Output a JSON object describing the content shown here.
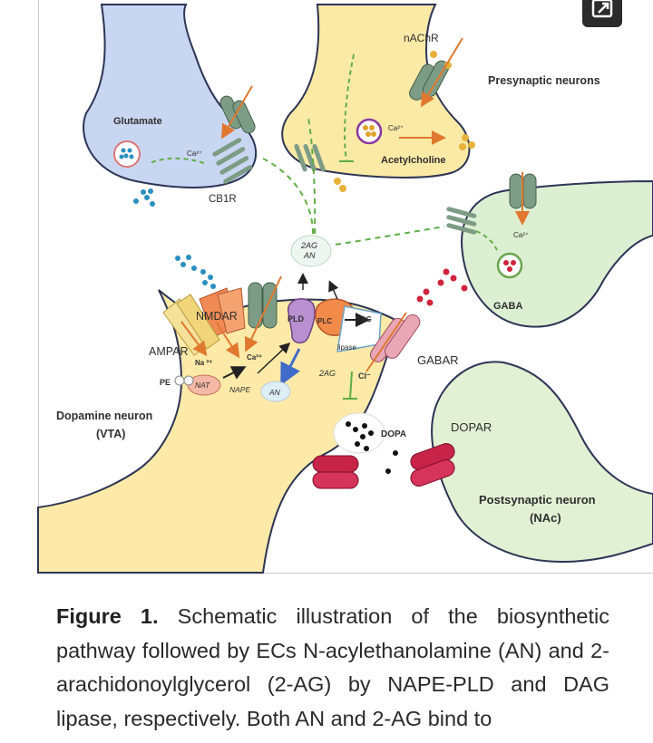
{
  "labels": {
    "glutamate": "Glutamate",
    "cb1r": "CB1R",
    "nachr": "nAChR",
    "presynaptic": "Presynaptic neurons",
    "acetylcholine": "Acetylcholine",
    "ca_glut": "Ca²⁺",
    "ca_ach": "Ca²⁺",
    "ca_gaba": "Ca²⁺",
    "ca_da": "Ca²⁺",
    "na_da": "Na ²⁺",
    "ag_top": "2AG",
    "an_top": "AN",
    "gaba": "GABA",
    "gabar": "GABAR",
    "nmdar": "NMDAR",
    "ampar": "AMPAR",
    "pld": "PLD",
    "plc": "PLC",
    "dag": "DAG",
    "lipase": "lipase",
    "ag_mid": "2AG",
    "cl": "Cl⁻",
    "pe": "PE",
    "nat": "NAT",
    "nape": "NAPE",
    "an_mid": "AN",
    "dopamine_line1": "Dopamine neuron",
    "dopamine_line2": "(VTA)",
    "dopa": "DOPA",
    "dopar": "DOPAR",
    "post_line1": "Postsynaptic neuron",
    "post_line2": "(NAc)"
  },
  "caption": {
    "label": "Figure 1.",
    "text": " Schematic illustration of the biosynthetic pathway followed by ECs N-acylethanolamine (AN) and 2-arachidonoylglycerol (2-AG) by NAPE-PLD and DAG lipase, respectively. Both AN and 2-AG bind to"
  },
  "colors": {
    "glutamate_neuron": "#c9d6f2",
    "ach_neuron": "#fbeaa6",
    "gaba_neuron": "#ddefd2",
    "dopamine_neuron": "#fdeaa8",
    "postsynaptic_neuron": "#e2f0d3",
    "receptor_green": "#7d9c86",
    "dashed_path": "#5fae45",
    "dopar_red": "#c8244a",
    "pld_purple": "#b98fd0",
    "plc_orange": "#f28a4a"
  }
}
